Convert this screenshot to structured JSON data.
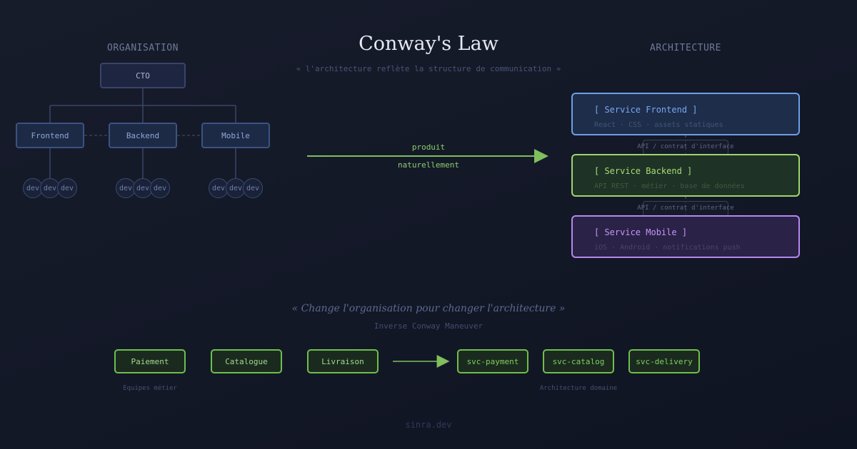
{
  "header": {
    "title": "Conway's Law",
    "subtitle": "« l'architecture reflète la structure de communication »",
    "left_heading": "ORGANISATION",
    "right_heading": "ARCHITECTURE"
  },
  "org": {
    "cto": "CTO",
    "teams": [
      "Frontend",
      "Backend",
      "Mobile"
    ],
    "dev_label": "dev"
  },
  "arrow": {
    "line1": "produit",
    "line2": "naturellement"
  },
  "services": [
    {
      "name": "[ Service Frontend ]",
      "desc": "React · CSS · assets statiques"
    },
    {
      "name": "[ Service Backend ]",
      "desc": "API REST · métier · base de données"
    },
    {
      "name": "[ Service Mobile ]",
      "desc": "iOS · Android · notifications push"
    }
  ],
  "api_label": "API / contrat d'interface",
  "inverse": {
    "quote": "« Change l'organisation pour changer l'architecture »",
    "name": "Inverse Conway Maneuver",
    "teams": [
      "Paiement",
      "Catalogue",
      "Livraison"
    ],
    "services": [
      "svc-payment",
      "svc-catalog",
      "svc-delivery"
    ],
    "teams_caption": "Equipes métier",
    "services_caption": "Architecture domaine"
  },
  "footer": "sinra.dev",
  "colors": {
    "frontend": "#6d9fe6",
    "backend": "#9ed66c",
    "mobile": "#b588f0",
    "arrow": "#7fbf5c"
  }
}
